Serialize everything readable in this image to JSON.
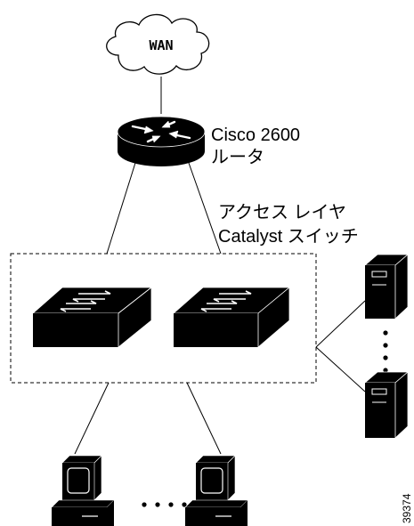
{
  "cloud": {
    "label": "WAN"
  },
  "router": {
    "model": "Cisco 2600",
    "kind": "ルータ"
  },
  "access_layer": {
    "layer_label": "アクセス レイヤ",
    "switch_label": "Catalyst スイッチ"
  },
  "figure_id": "39374",
  "icons": [
    "wan-cloud-icon",
    "router-icon",
    "switch-icon",
    "server-icon",
    "pc-icon",
    "ellipsis-dots"
  ],
  "colors": {
    "device": "#000000",
    "background": "#ffffff"
  }
}
